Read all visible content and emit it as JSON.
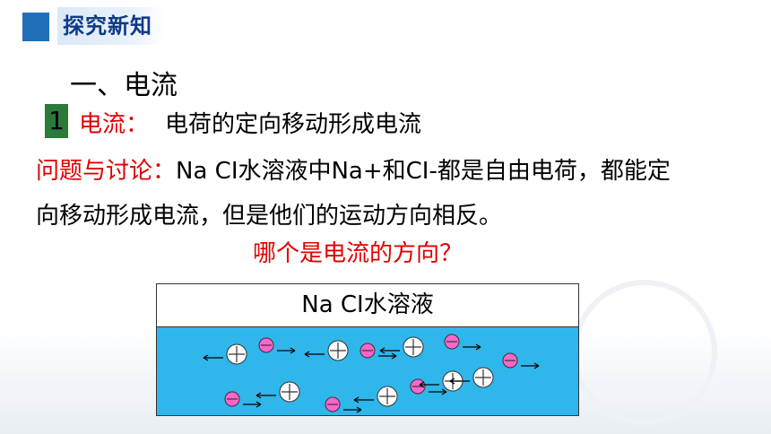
{
  "header": {
    "title": "探究新知"
  },
  "section": {
    "title": "一、电流"
  },
  "definition": {
    "number": "1",
    "label": "电流：",
    "text": "电荷的定向移动形成电流"
  },
  "question": {
    "label": "问题与讨论：",
    "line1": "Na CI水溶液中Na+和CI-都是自由电荷，都能定",
    "line2": "向移动形成电流，但是他们的运动方向相反。",
    "direction_question": "哪个是电流的方向？"
  },
  "beaker": {
    "label": "Na CI水溶液"
  },
  "colors": {
    "accent_blue": "#1f6fb8",
    "water": "#2fb6ea",
    "positive_ion": "#ffffff",
    "negative_ion": "#ff66cc",
    "red_text": "#e00000"
  },
  "ions": [
    {
      "charge": "+",
      "direction": "left"
    },
    {
      "charge": "-",
      "direction": "right"
    },
    {
      "charge": "+",
      "direction": "left"
    },
    {
      "charge": "-",
      "direction": "right"
    },
    {
      "charge": "+",
      "direction": "left"
    },
    {
      "charge": "-",
      "direction": "right"
    },
    {
      "charge": "-",
      "direction": "right"
    },
    {
      "charge": "-",
      "direction": "right"
    },
    {
      "charge": "+",
      "direction": "left"
    },
    {
      "charge": "-",
      "direction": "right"
    },
    {
      "charge": "+",
      "direction": "left"
    },
    {
      "charge": "-",
      "direction": "right"
    },
    {
      "charge": "+",
      "direction": "left"
    },
    {
      "charge": "+",
      "direction": "left"
    }
  ]
}
